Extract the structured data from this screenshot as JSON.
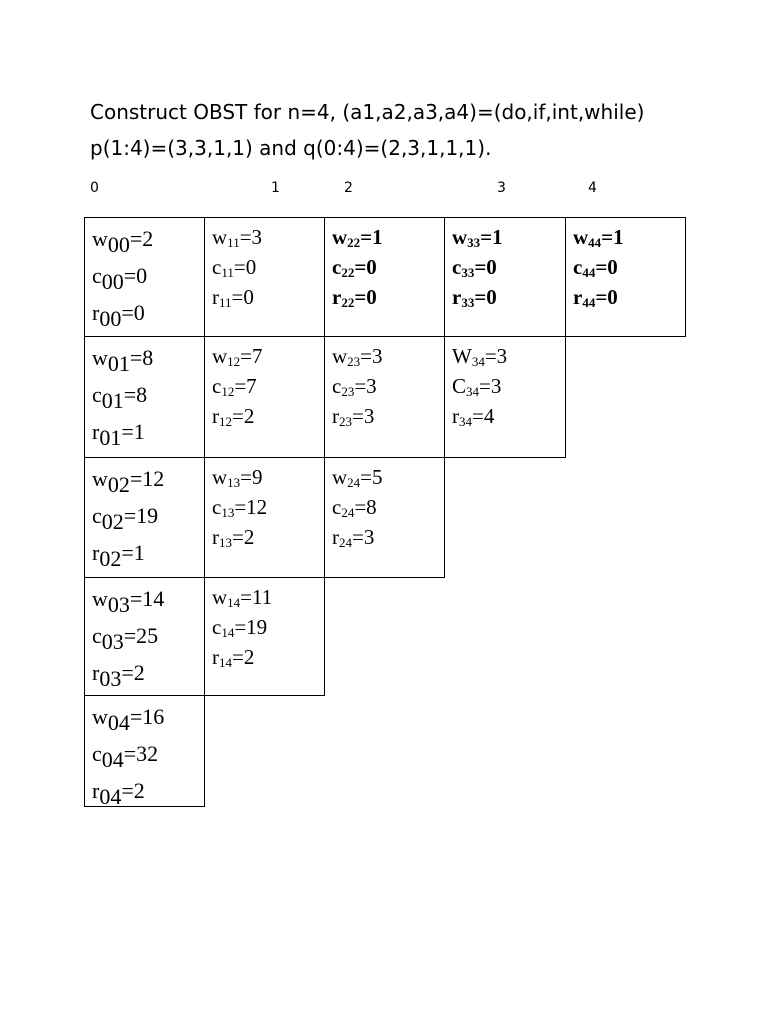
{
  "problem": {
    "line1": "Construct OBST for n=4, (a1,a2,a3,a4)=(do,if,int,while)",
    "line2": "p(1:4)=(3,3,1,1) and q(0:4)=(2,3,1,1,1)."
  },
  "column_labels": [
    "0",
    "1",
    "2",
    "3",
    "4"
  ],
  "rows": [
    [
      {
        "lines": [
          {
            "v": "w",
            "s": "00",
            "t": "=2"
          },
          {
            "v": "c",
            "s": "00",
            "t": "=0"
          },
          {
            "v": "r",
            "s": "00",
            "t": "=0"
          }
        ]
      },
      {
        "lines": [
          {
            "v": "w",
            "s": "11",
            "t": "=3"
          },
          {
            "v": "c",
            "s": "11",
            "t": "=0"
          },
          {
            "v": "r",
            "s": "11",
            "t": "=0"
          }
        ]
      },
      {
        "bold": true,
        "lines": [
          {
            "v": "w",
            "s": "22",
            "t": "=1"
          },
          {
            "v": "c",
            "s": "22",
            "t": "=0"
          },
          {
            "v": "r",
            "s": "22",
            "t": "=0"
          }
        ]
      },
      {
        "bold": true,
        "lines": [
          {
            "v": "w",
            "s": "33",
            "t": "=1"
          },
          {
            "v": "c",
            "s": "33",
            "t": "=0"
          },
          {
            "v": "r",
            "s": "33",
            "t": "=0"
          }
        ]
      },
      {
        "bold": true,
        "lines": [
          {
            "v": "w",
            "s": "44",
            "t": "=1"
          },
          {
            "v": "c",
            "s": "44",
            "t": "=0"
          },
          {
            "v": "r",
            "s": "44",
            "t": "=0"
          }
        ]
      }
    ],
    [
      {
        "lines": [
          {
            "v": "w",
            "s": "01",
            "t": "=8"
          },
          {
            "v": "c",
            "s": "01",
            "t": "=8"
          },
          {
            "v": "r",
            "s": "01",
            "t": "=1"
          }
        ]
      },
      {
        "lines": [
          {
            "v": "w",
            "s": "12",
            "t": "=7"
          },
          {
            "v": "c",
            "s": "12",
            "t": "=7"
          },
          {
            "v": "r",
            "s": "12",
            "t": "=2"
          }
        ]
      },
      {
        "lines": [
          {
            "v": "w",
            "s": "23",
            "t": "=3"
          },
          {
            "v": "c",
            "s": "23",
            "t": "=3"
          },
          {
            "v": "r",
            "s": "23",
            "t": "=3"
          }
        ]
      },
      {
        "lines": [
          {
            "v": "W",
            "s": "34",
            "t": "=3"
          },
          {
            "v": "C",
            "s": "34",
            "t": "=3"
          },
          {
            "v": "r",
            "s": "34",
            "t": "=4"
          }
        ]
      }
    ],
    [
      {
        "lines": [
          {
            "v": "w",
            "s": "02",
            "t": "=12"
          },
          {
            "v": "c",
            "s": "02",
            "t": "=19"
          },
          {
            "v": "r",
            "s": "02",
            "t": "=1"
          }
        ]
      },
      {
        "lines": [
          {
            "v": "w",
            "s": "13",
            "t": "=9"
          },
          {
            "v": "c",
            "s": "13",
            "t": "=12"
          },
          {
            "v": "r",
            "s": "13",
            "t": "=2"
          }
        ]
      },
      {
        "lines": [
          {
            "v": "w",
            "s": "24",
            "t": "=5"
          },
          {
            "v": "c",
            "s": "24",
            "t": "=8"
          },
          {
            "v": "r",
            "s": "24",
            "t": "=3"
          }
        ]
      }
    ],
    [
      {
        "lines": [
          {
            "v": "w",
            "s": "03",
            "t": "=14"
          },
          {
            "v": "c",
            "s": "03",
            "t": "=25"
          },
          {
            "v": "r",
            "s": "03",
            "t": "=2"
          }
        ]
      },
      {
        "lines": [
          {
            "v": "w",
            "s": "14",
            "t": "=11"
          },
          {
            "v": "c",
            "s": "14",
            "t": "=19"
          },
          {
            "v": "r",
            "s": "14",
            "t": "=2"
          }
        ]
      }
    ],
    [
      {
        "lines": [
          {
            "v": "w",
            "s": "04",
            "t": "=16"
          },
          {
            "v": "c",
            "s": "04",
            "t": "=32"
          },
          {
            "v": "r",
            "s": "04",
            "t": "=2"
          }
        ]
      }
    ]
  ]
}
